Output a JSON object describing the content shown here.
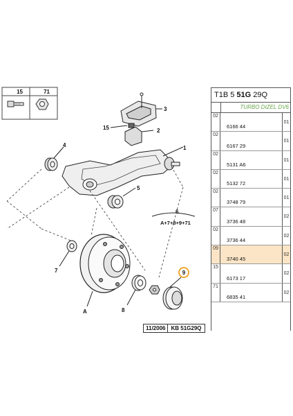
{
  "callouts": {
    "c15": "15",
    "c71": "71",
    "c2": "2",
    "c3": "3",
    "c15b": "15",
    "c4": "4",
    "c1": "1",
    "c5": "5",
    "c6": "6",
    "c6_formula": "A+7+8+9+71",
    "c7": "7",
    "c8": "8",
    "c9": "9",
    "cA": "A"
  },
  "table": {
    "header_prefix": "T1B 5",
    "header_bold": "51G",
    "header_suffix": "29Q",
    "subtitle": "TURBO DIZEL DV6",
    "rows": [
      {
        "code": "02",
        "ref": "6166 44",
        "qty": "01",
        "highlight": false
      },
      {
        "code": "02",
        "ref": "6167 29",
        "qty": "01",
        "highlight": false
      },
      {
        "code": "02",
        "ref": "5131 A6",
        "qty": "01",
        "highlight": false
      },
      {
        "code": "02",
        "ref": "5132 72",
        "qty": "01",
        "highlight": false
      },
      {
        "code": "02",
        "ref": "3748 79",
        "qty": "01",
        "highlight": false
      },
      {
        "code": "07",
        "ref": "3736 48",
        "qty": "02",
        "highlight": false
      },
      {
        "code": "02",
        "ref": "3736 44",
        "qty": "02",
        "highlight": false
      },
      {
        "code": "09",
        "ref": "3740 45",
        "qty": "02",
        "highlight": true
      },
      {
        "code": "15",
        "ref": "6173 17",
        "qty": "02",
        "highlight": false
      },
      {
        "code": "71",
        "ref": "6835 41",
        "qty": "02",
        "highlight": false
      }
    ]
  },
  "footer": {
    "date": "11/2006",
    "kb": "KB 51G29Q"
  },
  "colors": {
    "highlight_row": "#fbe5c6",
    "subtitle": "#6aa84f",
    "callout_9_ring": "#f0a020"
  }
}
